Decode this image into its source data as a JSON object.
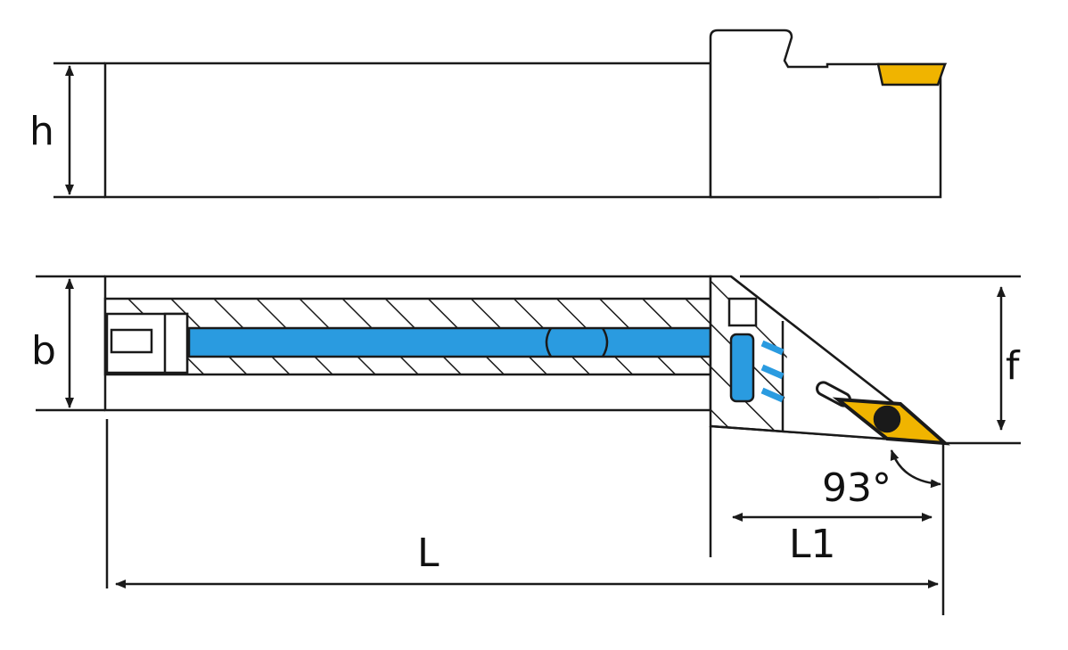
{
  "labels": {
    "h": "h",
    "b": "b",
    "f": "f",
    "angle": "93°",
    "L1": "L1",
    "L": "L"
  },
  "colors": {
    "coolant": "#2a9be0",
    "insert": "#f0b400",
    "line": "#1a1a1a"
  }
}
